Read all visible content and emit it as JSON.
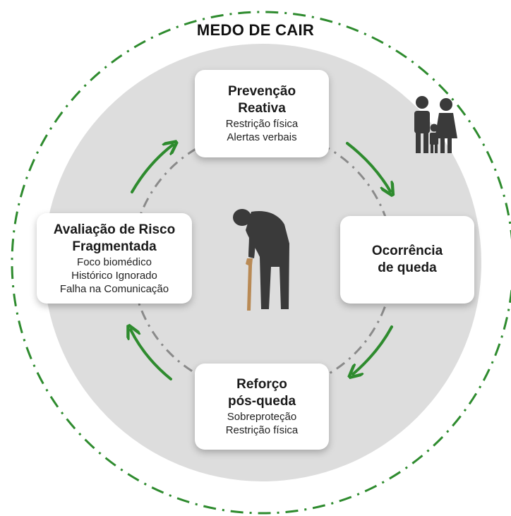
{
  "title": "MEDO DE CAIR",
  "nodes": {
    "top": {
      "title_lines": [
        "Prevenção",
        "Reativa"
      ],
      "items": [
        "Restrição física",
        "Alertas verbais"
      ]
    },
    "right": {
      "title_lines": [
        "Ocorrência",
        "de queda"
      ],
      "items": []
    },
    "bottom": {
      "title_lines": [
        "Reforço",
        "pós-queda"
      ],
      "items": [
        "Sobreproteção",
        "Restrição física"
      ]
    },
    "left": {
      "title_lines": [
        "Avaliação de Risco",
        "Fragmentada"
      ],
      "items": [
        "Foco biomédico",
        "Histórico Ignorado",
        "Falha na Comunicação"
      ]
    }
  },
  "colors": {
    "green": "#2e8b2e",
    "circle_fill": "#dddddd",
    "icon": "#3a3a3a",
    "dashed_inner": "#888888"
  },
  "icons": [
    "family-icon",
    "elderly-cane-icon",
    "caregiver-walker-icon"
  ]
}
